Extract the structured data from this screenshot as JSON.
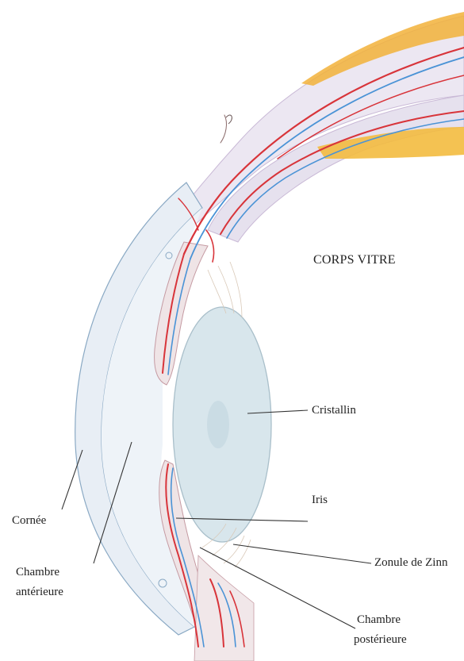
{
  "diagram": {
    "labels": {
      "vitreous": "CORPS VITRE",
      "lens": "Cristallin",
      "iris": "Iris",
      "cornea": "Cornée",
      "zonule": "Zonule de Zinn",
      "anterior_chamber_line1": "Chambre",
      "anterior_chamber_line2": "antérieure",
      "posterior_chamber_line1": "Chambre",
      "posterior_chamber_line2": "postérieure"
    },
    "colors": {
      "artery": "#d8343a",
      "vein": "#4a93d6",
      "tissue": "#e9e6f0",
      "cornea_fill": "#e8eef5",
      "lens_fill": "#d8e6ec",
      "sclera_fat": "#f0b53c",
      "leader": "#333333"
    }
  }
}
